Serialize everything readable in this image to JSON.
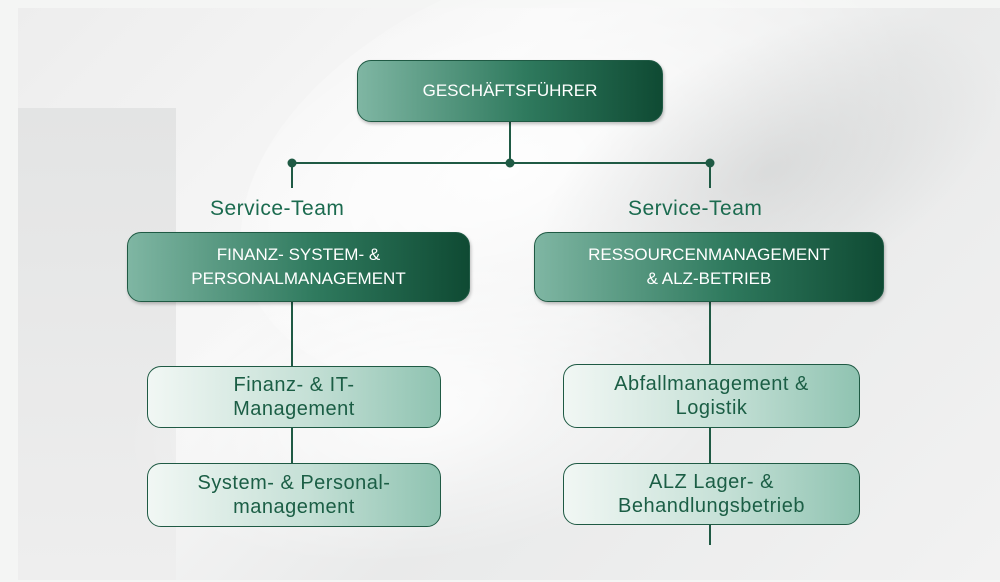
{
  "chart": {
    "root": {
      "label": "GESCHÄFTSFÜHRER"
    },
    "left_team": {
      "team_label": "Service-Team",
      "header": "FINANZ-  SYSTEM- &\nPERSONALMANAGEMENT",
      "units": [
        "Finanz- & IT-\nManagement",
        "System- & Personal-\nmanagement"
      ]
    },
    "right_team": {
      "team_label": "Service-Team",
      "header": "RESSOURCENMANAGEMENT\n& ALZ-BETRIEB",
      "units": [
        "Abfallmanagement &\nLogistik",
        "ALZ Lager- &\nBehandlungsbetrieb"
      ]
    }
  },
  "colors": {
    "line": "#1f5a44",
    "dark_box_start": "#7fb6a3",
    "dark_box_end": "#0f4a33",
    "light_box_start": "#f1f7f4",
    "light_box_end": "#8fc3b1",
    "text_green": "#1b6b4f"
  }
}
